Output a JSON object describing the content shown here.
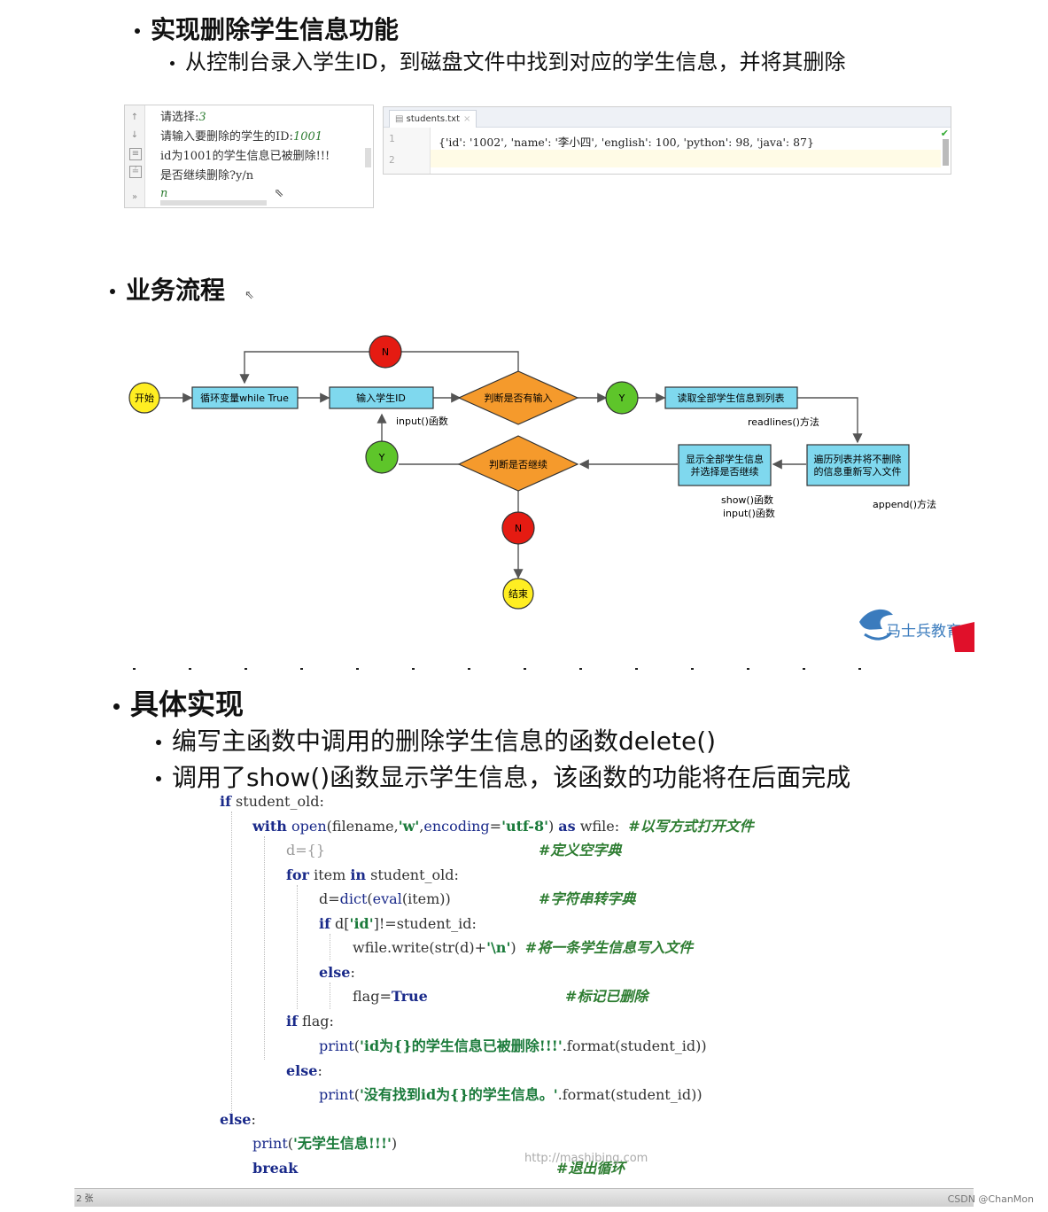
{
  "section1": {
    "title": "实现删除学生信息功能",
    "desc": "从控制台录入学生ID，到磁盘文件中找到对应的学生信息，并将其删除"
  },
  "console": {
    "lines": [
      {
        "prompt": "请选择:",
        "input": "3"
      },
      {
        "prompt": "请输入要删除的学生的ID:",
        "input": "1001"
      },
      {
        "prompt": "id为1001的学生信息已被删除!!!",
        "input": ""
      },
      {
        "prompt": "是否继续删除?y/n",
        "input": ""
      },
      {
        "prompt": "",
        "input": "n"
      }
    ]
  },
  "editor": {
    "tab_label": "students.txt",
    "line_numbers": [
      "1",
      "2"
    ],
    "line1": "{'id': '1002', 'name': '李小四', 'english': 100, 'python': 98, 'java': 87}"
  },
  "section2": {
    "title": "业务流程"
  },
  "flow": {
    "start": "开始",
    "loop": "循环变量while True",
    "input_id": "输入学生ID",
    "input_id_note": "input()函数",
    "check_input": "判断是否有输入",
    "n_top": "N",
    "y_mid": "Y",
    "read_all": "读取全部学生信息到列表",
    "read_note": "readlines()方法",
    "traverse_line1": "遍历列表并将不删除",
    "traverse_line2": "的信息重新写入文件",
    "traverse_note": "append()方法",
    "show_line1": "显示全部学生信息",
    "show_line2": "并选择是否继续",
    "show_note1": "show()函数",
    "show_note2": "input()函数",
    "check_continue": "判断是否继续",
    "y_left": "Y",
    "n_bottom": "N",
    "end": "结束",
    "colors": {
      "box": "#7fd8ee",
      "diamond": "#f59a2c",
      "red": "#e51b12",
      "green": "#5ec52a",
      "yellow": "#ffee22"
    }
  },
  "logo_text": "马士兵教育",
  "section3": {
    "title": "具体实现",
    "bullet1": "编写主函数中调用的删除学生信息的函数delete()",
    "bullet2": "调用了show()函数显示学生信息，该函数的功能将在后面完成"
  },
  "code": {
    "c_open": "#以写方式打开文件",
    "c_dict": "#定义空字典",
    "c_conv": "#字符串转字典",
    "c_write": "#将一条学生信息写入文件",
    "c_mark": "#标记已删除",
    "c_exit": "#退出循环",
    "s_deleted": "'id为{}的学生信息已被删除!!!'",
    "s_notfound": "'没有找到id为{}的学生信息。'",
    "s_none": "'无学生信息!!!'"
  },
  "url_watermark": "http://mashibing.com",
  "bottom_label": "2 张",
  "csdn": "CSDN @ChanMon"
}
